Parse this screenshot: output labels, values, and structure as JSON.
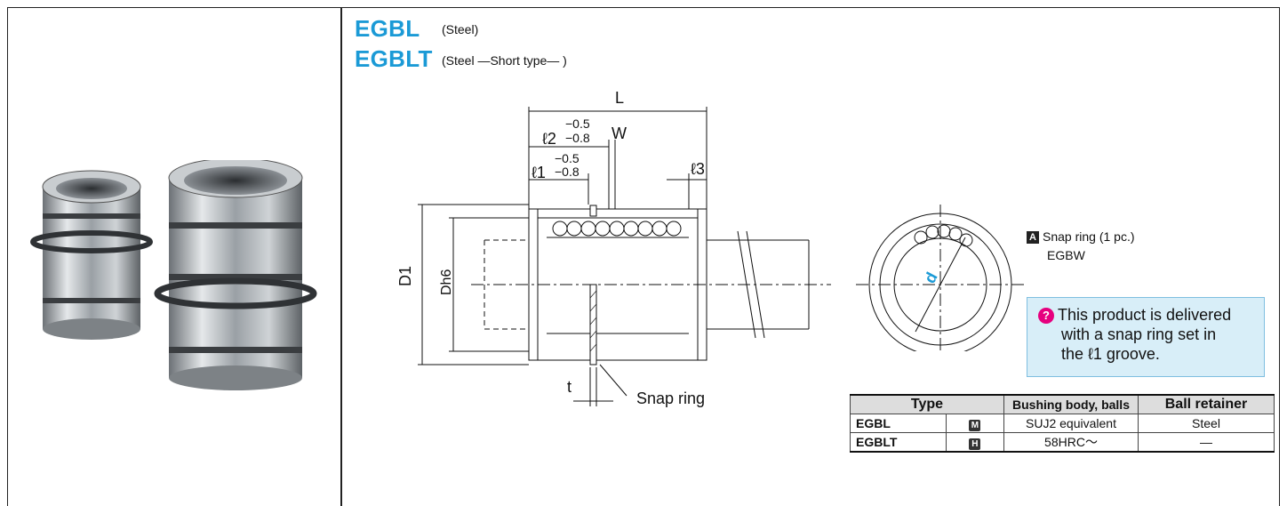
{
  "header": {
    "model_1": "EGBL",
    "model_1_note": "(Steel)",
    "model_2": "EGBLT",
    "model_2_note": "(Steel —Short type— )"
  },
  "drawing": {
    "L": "L",
    "W": "W",
    "l2": "ℓ2",
    "l2_tol_upper": "−0.5",
    "l2_tol_lower": "−0.8",
    "l1": "ℓ1",
    "l1_tol_upper": "−0.5",
    "l1_tol_lower": "−0.8",
    "l3": "ℓ3",
    "D1": "D1",
    "Dh6": "Dh6",
    "t": "t",
    "snap_ring": "Snap ring",
    "d": "d"
  },
  "snap_ring_info": {
    "badge": "A",
    "label": "Snap ring (1 pc.)",
    "code": "EGBW"
  },
  "note": {
    "icon": "?",
    "line1": "This product is delivered",
    "line2": "with a snap ring set in",
    "line3": "the ℓ1 groove."
  },
  "table": {
    "headers": [
      "Type",
      "Bushing body, balls",
      "Ball retainer"
    ],
    "rows": [
      {
        "type": "EGBL",
        "mark": "M",
        "material": "SUJ2 equivalent",
        "retainer": "Steel"
      },
      {
        "type": "EGBLT",
        "mark": "H",
        "material": "58HRC〜",
        "retainer": "—"
      }
    ]
  },
  "colors": {
    "title_blue": "#1b9ad6",
    "note_bg": "#d8eef8",
    "note_icon": "#e6007e"
  }
}
